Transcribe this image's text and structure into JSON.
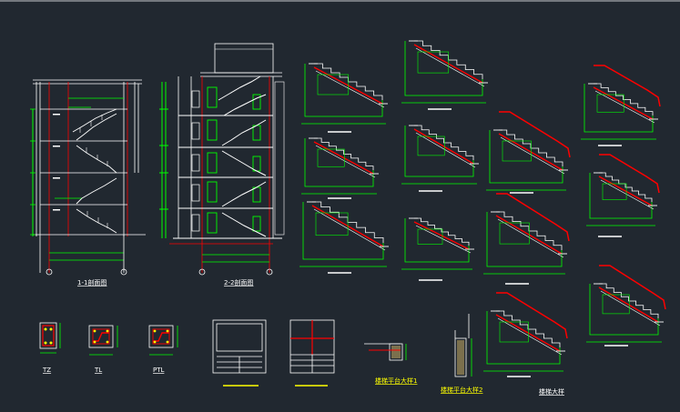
{
  "viewport": {
    "background": "#212830"
  },
  "colors": {
    "linework": "#ffffff",
    "dimension": "#00ff00",
    "rebar": "#ff0000",
    "hatch": "#ffff00",
    "text": "#ffffff",
    "title_highlight": "#ffff00"
  },
  "sections": {
    "section_1": {
      "title": "1-1剖面图"
    },
    "section_2": {
      "title": "2-2剖面图"
    }
  },
  "columns": {
    "tz": {
      "title": "TZ"
    },
    "tl": {
      "title": "TL"
    },
    "ptl": {
      "title": "PTL"
    }
  },
  "details": {
    "detail_1": {
      "title": "楼梯平台大样1"
    },
    "detail_2": {
      "title": "楼梯平台大样2"
    }
  },
  "stair_details": {
    "title": "楼梯大样"
  },
  "icons": {
    "stair_flight": "stair-flight-icon",
    "rebar_hook": "rebar-hook-icon"
  }
}
